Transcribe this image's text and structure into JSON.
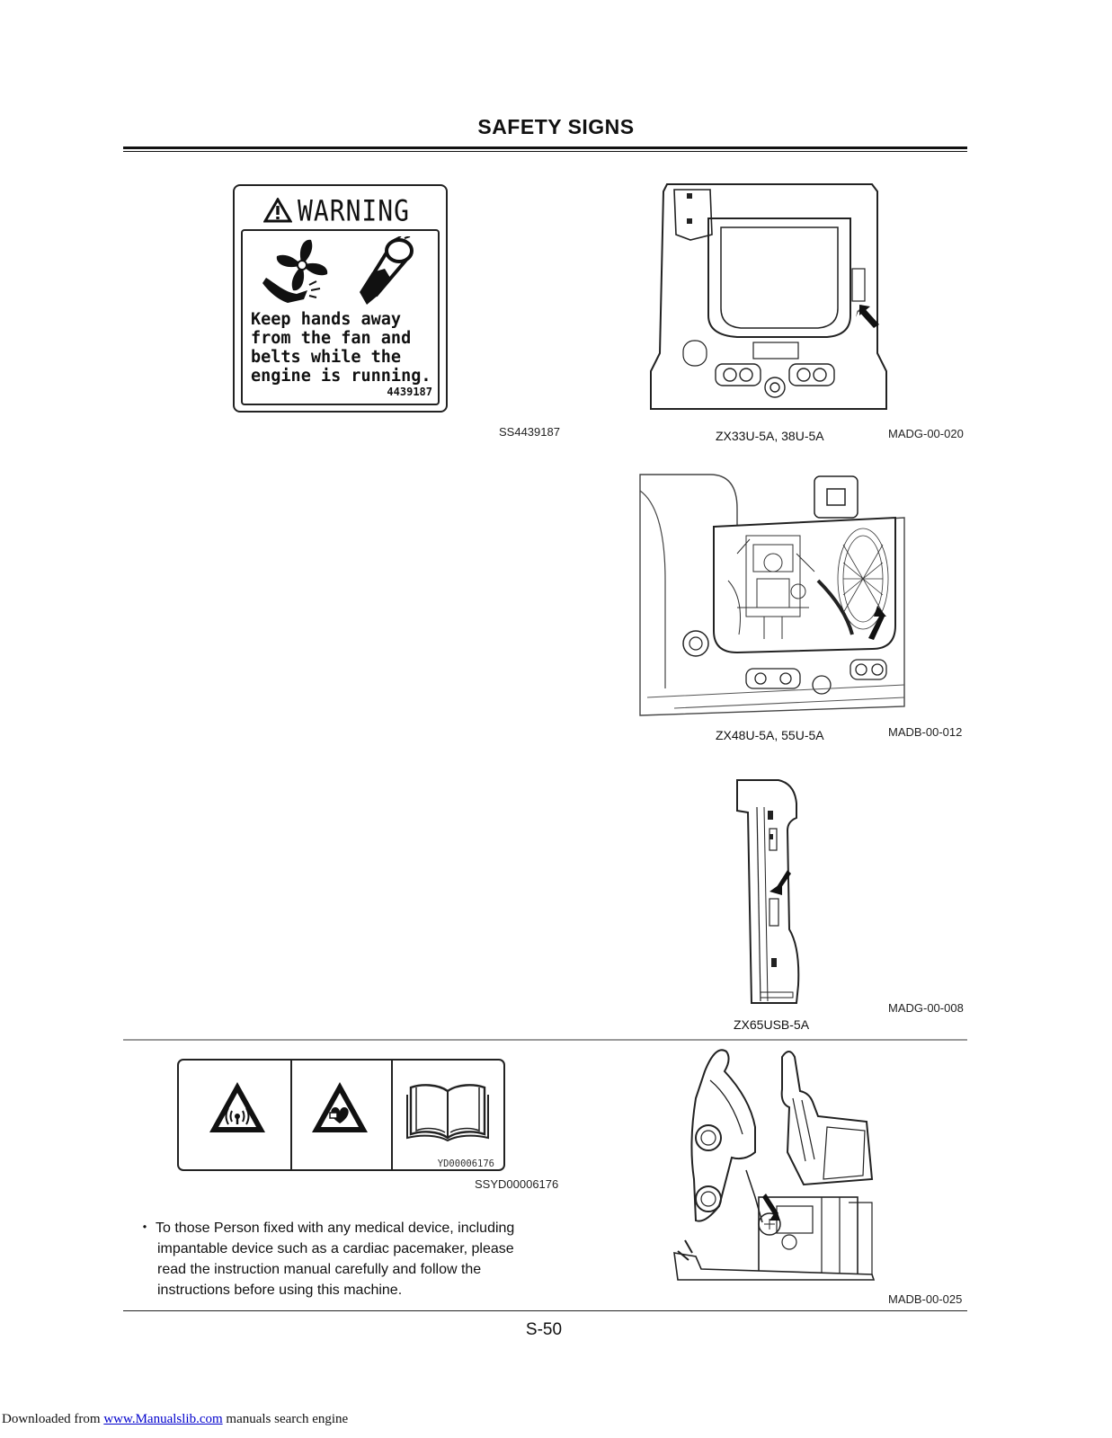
{
  "page": {
    "title": "SAFETY SIGNS",
    "page_number": "S-50"
  },
  "warning_label": {
    "heading": "WARNING",
    "text_lines": [
      "Keep hands away",
      "from the fan and",
      "belts while the",
      "engine is running."
    ],
    "part_number": "4439187",
    "caption": "SS4439187"
  },
  "figures": [
    {
      "model": "ZX33U-5A, 38U-5A",
      "code": "MADG-00-020"
    },
    {
      "model": "ZX48U-5A, 55U-5A",
      "code": "MADB-00-012"
    },
    {
      "model": "ZX65USB-5A",
      "code": "MADG-00-008"
    },
    {
      "model": "",
      "code": "MADB-00-025"
    }
  ],
  "pacemaker_label": {
    "part_number": "YD00006176",
    "caption": "SSYD00006176",
    "icons": [
      "radio-wave-warning-icon",
      "heart-pacemaker-warning-icon",
      "manual-book-icon"
    ]
  },
  "note": {
    "bullet": "・",
    "lines": [
      "To those Person fixed with any medical device, including",
      "impantable device such as a cardiac pacemaker, please",
      "read the instruction manual carefully and follow the",
      "instructions before using this machine."
    ]
  },
  "footer": {
    "prefix": "Downloaded from",
    "link": "www.Manualslib.com",
    "suffix": "manuals search engine"
  }
}
